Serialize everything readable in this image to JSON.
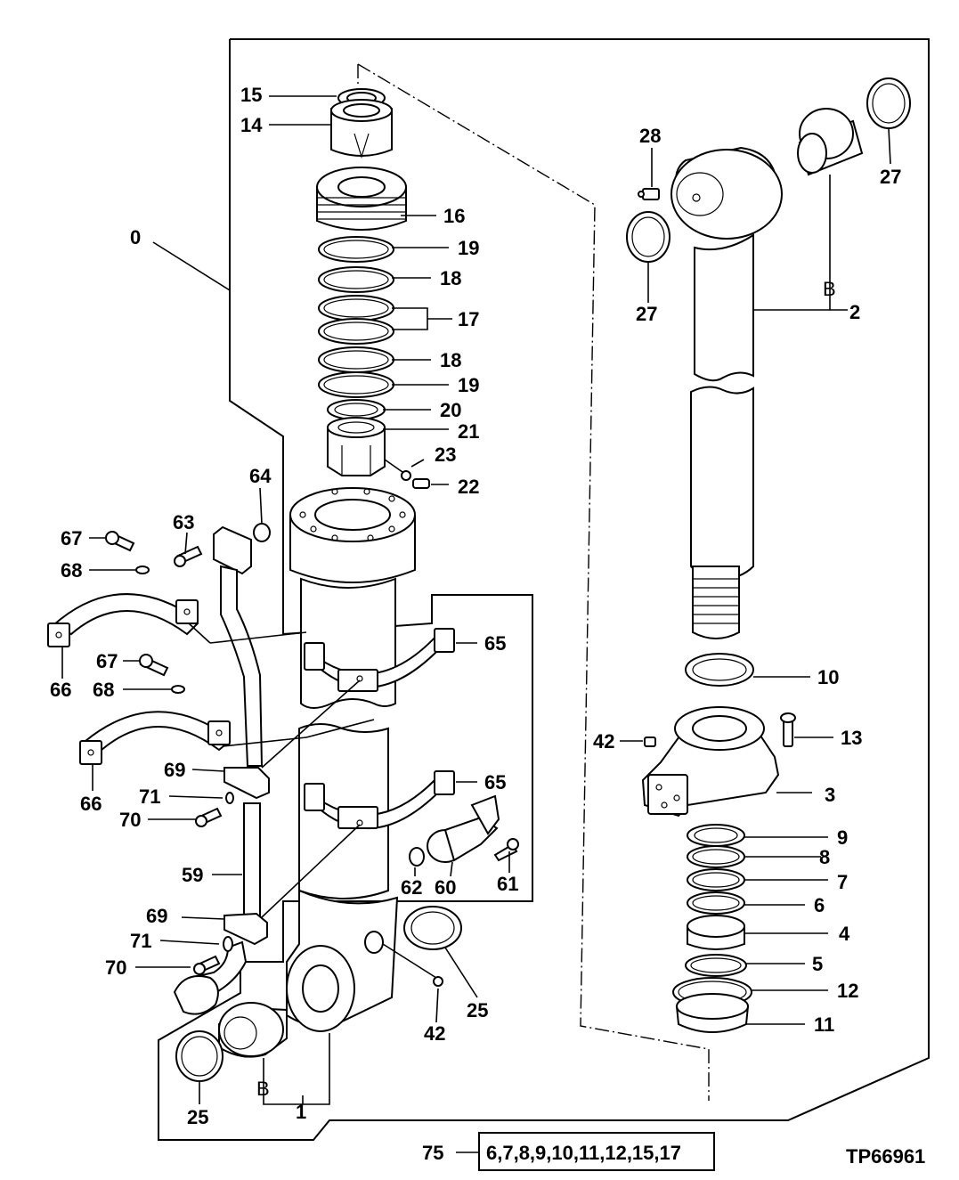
{
  "labels": {
    "c0": "0",
    "c1": "1",
    "c2": "2",
    "c3": "3",
    "c4": "4",
    "c5": "5",
    "c6": "6",
    "c7": "7",
    "c8": "8",
    "c9": "9",
    "c10": "10",
    "c11": "11",
    "c12": "12",
    "c13": "13",
    "c14": "14",
    "c15": "15",
    "c16": "16",
    "c17": "17",
    "c18a": "18",
    "c18b": "18",
    "c19a": "19",
    "c19b": "19",
    "c20": "20",
    "c21": "21",
    "c22": "22",
    "c23": "23",
    "c25a": "25",
    "c25b": "25",
    "c27a": "27",
    "c27b": "27",
    "c28": "28",
    "c42a": "42",
    "c42b": "42",
    "c59": "59",
    "c60": "60",
    "c61": "61",
    "c62": "62",
    "c63": "63",
    "c64": "64",
    "c65a": "65",
    "c65b": "65",
    "c66a": "66",
    "c66b": "66",
    "c67a": "67",
    "c67b": "67",
    "c68a": "68",
    "c68b": "68",
    "c69a": "69",
    "c69b": "69",
    "c70a": "70",
    "c70b": "70",
    "c71a": "71",
    "c71b": "71",
    "bRod": "B",
    "bTube": "B"
  },
  "kit": {
    "number": "75",
    "contents": "6,7,8,9,10,11,12,15,17"
  },
  "figure_id": "TP66961"
}
